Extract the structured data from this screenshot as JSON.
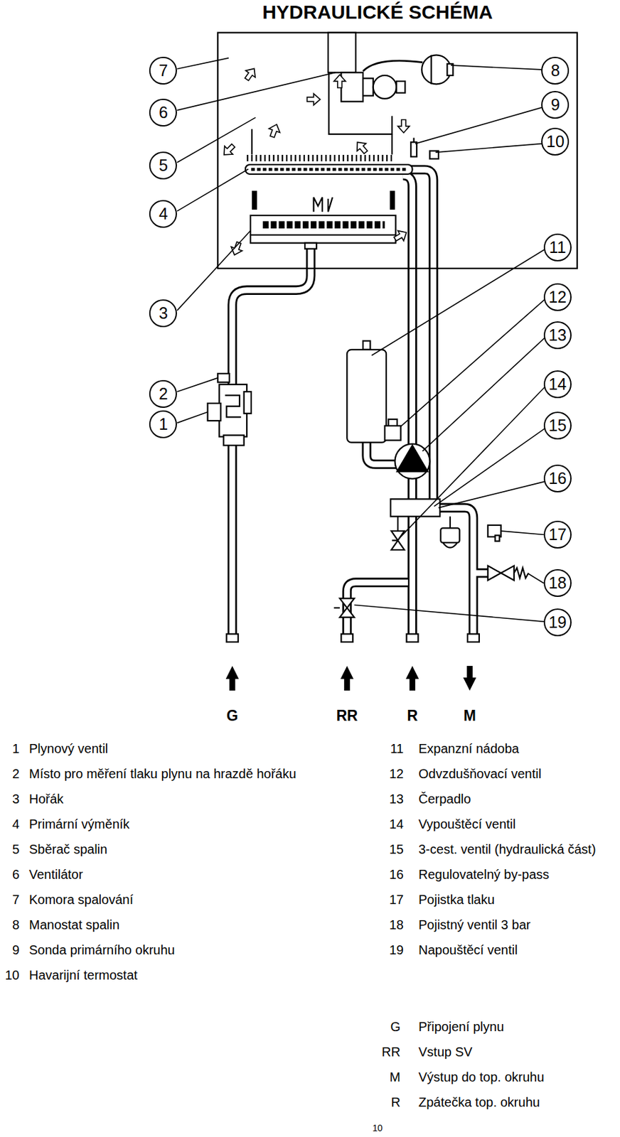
{
  "diagram": {
    "title": "HYDRAULICKÉ SCHÉMA",
    "nodes": [
      {
        "text": [
          "7"
        ]
      },
      {
        "text": [
          "8"
        ]
      },
      {
        "text": [
          "9"
        ]
      },
      {
        "text": [
          "6"
        ]
      },
      {
        "text": [
          "10"
        ]
      },
      {
        "text": [
          "5"
        ]
      },
      {
        "text": [
          "4"
        ]
      },
      {
        "text": [
          "11"
        ]
      },
      {
        "text": [
          "12"
        ]
      },
      {
        "text": [
          "3"
        ]
      },
      {
        "text": [
          "13"
        ]
      },
      {
        "text": [
          "14"
        ]
      },
      {
        "text": [
          "2"
        ]
      },
      {
        "text": [
          "1"
        ]
      },
      {
        "text": [
          "15"
        ]
      },
      {
        "text": [
          "16"
        ]
      },
      {
        "text": [
          "17"
        ]
      },
      {
        "text": [
          "18"
        ]
      },
      {
        "text": [
          "19"
        ]
      }
    ],
    "labels": [
      "G",
      "RR",
      "R",
      "M",
      "1",
      "Plynový ventil",
      "2",
      "Místo pro měření tlaku plynu na hrazdě hořáku",
      "3",
      "Hořák",
      "4",
      "Primární výměník",
      "5",
      "Sběrač spalin",
      "6",
      "Ventilátor",
      "7",
      "Komora spalování",
      "8",
      "Manostat spalin",
      "9",
      "Sonda primárního okruhu",
      "10",
      "Havarijní termostat",
      "11",
      "Expanzní nádoba",
      "12",
      "Odvzdušňovací ventil",
      "13",
      "Čerpadlo",
      "14",
      "Vypouštěcí ventil",
      "15",
      "3-cest. ventil (hydraulická část)",
      "16",
      "Regulovatelný by-pass",
      "17",
      "Pojistka tlaku",
      "18",
      "Pojistný ventil 3 bar",
      "19",
      "Napouštěcí ventil",
      "G",
      "Připojení plynu",
      "RR",
      "Vstup SV",
      "M",
      "Výstup do top. okruhu",
      "R",
      "Zpátečka top. okruhu",
      "10"
    ]
  }
}
